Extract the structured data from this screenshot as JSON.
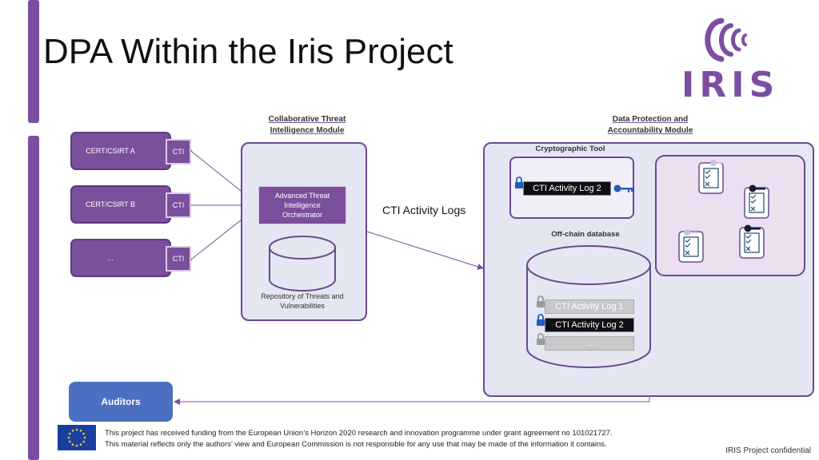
{
  "slide": {
    "title": "DPA Within the Iris Project",
    "logo_text": "IRIS",
    "colors": {
      "accent": "#7c4ea3",
      "panel_bg": "#e4e6f2",
      "auditors": "#4a6fc3"
    }
  },
  "cti_module": {
    "label_line1": "Collaborative Threat",
    "label_line2": "Intelligence Module",
    "orchestrator_line1": "Advanced Threat",
    "orchestrator_line2": "Intelligence",
    "orchestrator_line3": "Orchestrator",
    "repo_line1": "Repository of Threats and",
    "repo_line2": "Vulnerabilities"
  },
  "certs": [
    {
      "label": "CERT/CSIRT A",
      "tag": "CTI"
    },
    {
      "label": "CERT/CSIRT B",
      "tag": "CTI"
    },
    {
      "label": "...",
      "tag": "CTI"
    }
  ],
  "flow_label": "CTI Activity Logs",
  "dpa_module": {
    "label_line1": "Data Protection and",
    "label_line2": "Accountability Module",
    "crypto_tool": "Cryptographic Tool",
    "crypto_log": "CTI Activity Log 2",
    "offchain_label": "Off-chain database",
    "db_logs": [
      "CTI Activity Log 1",
      "CTI Activity Log 2",
      "..."
    ]
  },
  "auditors_label": "Auditors",
  "footer": {
    "line1": "This project has received funding from the European Union’s Horizon 2020 research and innovation programme under grant agreement no 101021727.",
    "line2": "This material reflects only the authors’ view and European Commission is not responsible for any use that may be made of the information it contains.",
    "confidential": "IRIS Project confidential"
  }
}
